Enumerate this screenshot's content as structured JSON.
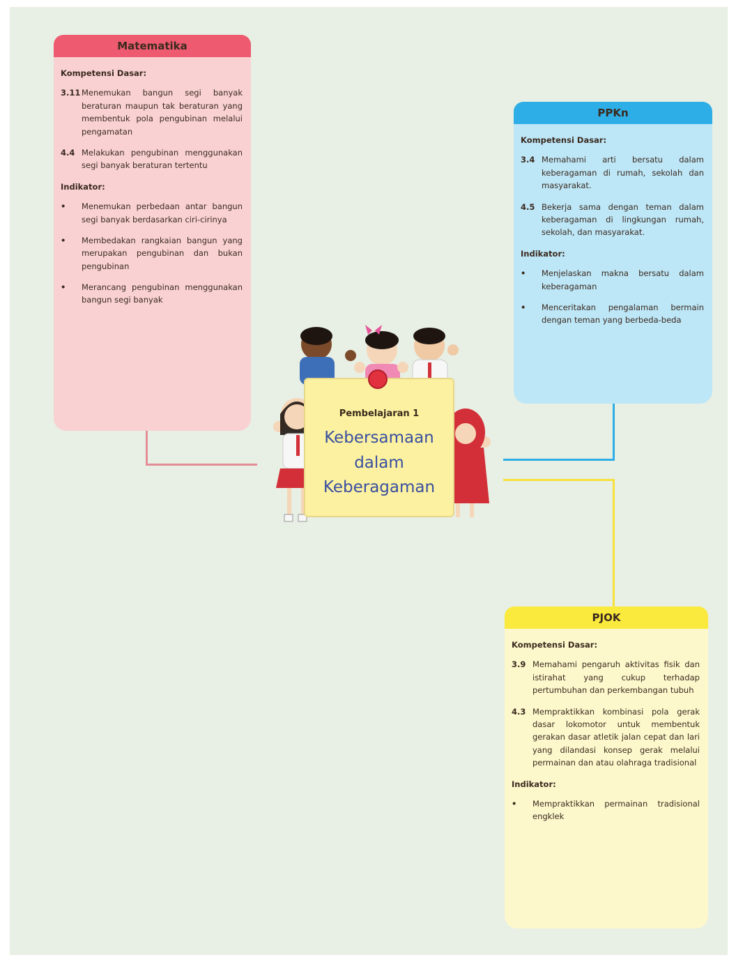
{
  "center": {
    "subtitle": "Pembelajaran 1",
    "title_line1": "Kebersamaan",
    "title_line2": "dalam",
    "title_line3": "Keberagaman"
  },
  "matematika": {
    "title": "Matematika",
    "kd_label": "Kompetensi Dasar:",
    "kd": [
      {
        "code": "3.11",
        "text": "Menemukan bangun segi banyak beraturan maupun tak beraturan yang membentuk pola pengubinan melalui pengamatan"
      },
      {
        "code": "4.4",
        "text": "Melakukan pengubinan menggunakan segi banyak beraturan tertentu"
      }
    ],
    "ind_label": "Indikator:",
    "indicators": [
      "Menemukan perbedaan antar bangun segi banyak berdasarkan ciri-cirinya",
      "Membedakan rangkaian bangun yang merupakan pengubinan dan bukan pengubinan",
      "Merancang pengubinan menggunakan bangun segi banyak"
    ]
  },
  "ppkn": {
    "title": "PPKn",
    "kd_label": "Kompetensi Dasar:",
    "kd": [
      {
        "code": "3.4",
        "text": "Memahami arti bersatu dalam keberagaman di rumah, sekolah dan masyarakat."
      },
      {
        "code": "4.5",
        "text": "Bekerja sama dengan teman dalam keberagaman di lingkungan rumah, sekolah, dan masyarakat."
      }
    ],
    "ind_label": "Indikator:",
    "indicators": [
      "Menjelaskan makna bersatu dalam keberagaman",
      "Menceritakan pengalaman bermain dengan teman yang berbeda-beda"
    ]
  },
  "pjok": {
    "title": "PJOK",
    "kd_label": "Kompetensi Dasar:",
    "kd": [
      {
        "code": "3.9",
        "text": "Memahami pengaruh aktivitas fisik dan istirahat yang cukup terhadap pertumbuhan dan perkembangan tubuh"
      },
      {
        "code": "4.3",
        "text": "Mempraktikkan kombinasi pola gerak dasar lokomotor untuk membentuk gerakan dasar atletik jalan cepat dan lari yang dilandasi konsep gerak melalui permainan dan atau olahraga tradisional"
      }
    ],
    "ind_label": "Indikator:",
    "indicators": [
      "Mempraktikkan permainan tradisional engklek"
    ]
  },
  "colors": {
    "matematika_header": "#ee5a6f",
    "matematika_body": "#f9d1d3",
    "ppkn_header": "#2eaee7",
    "ppkn_body": "#bde6f7",
    "pjok_header": "#fbea3e",
    "pjok_body": "#fdf8cc",
    "page_bg": "#e8efe4"
  }
}
